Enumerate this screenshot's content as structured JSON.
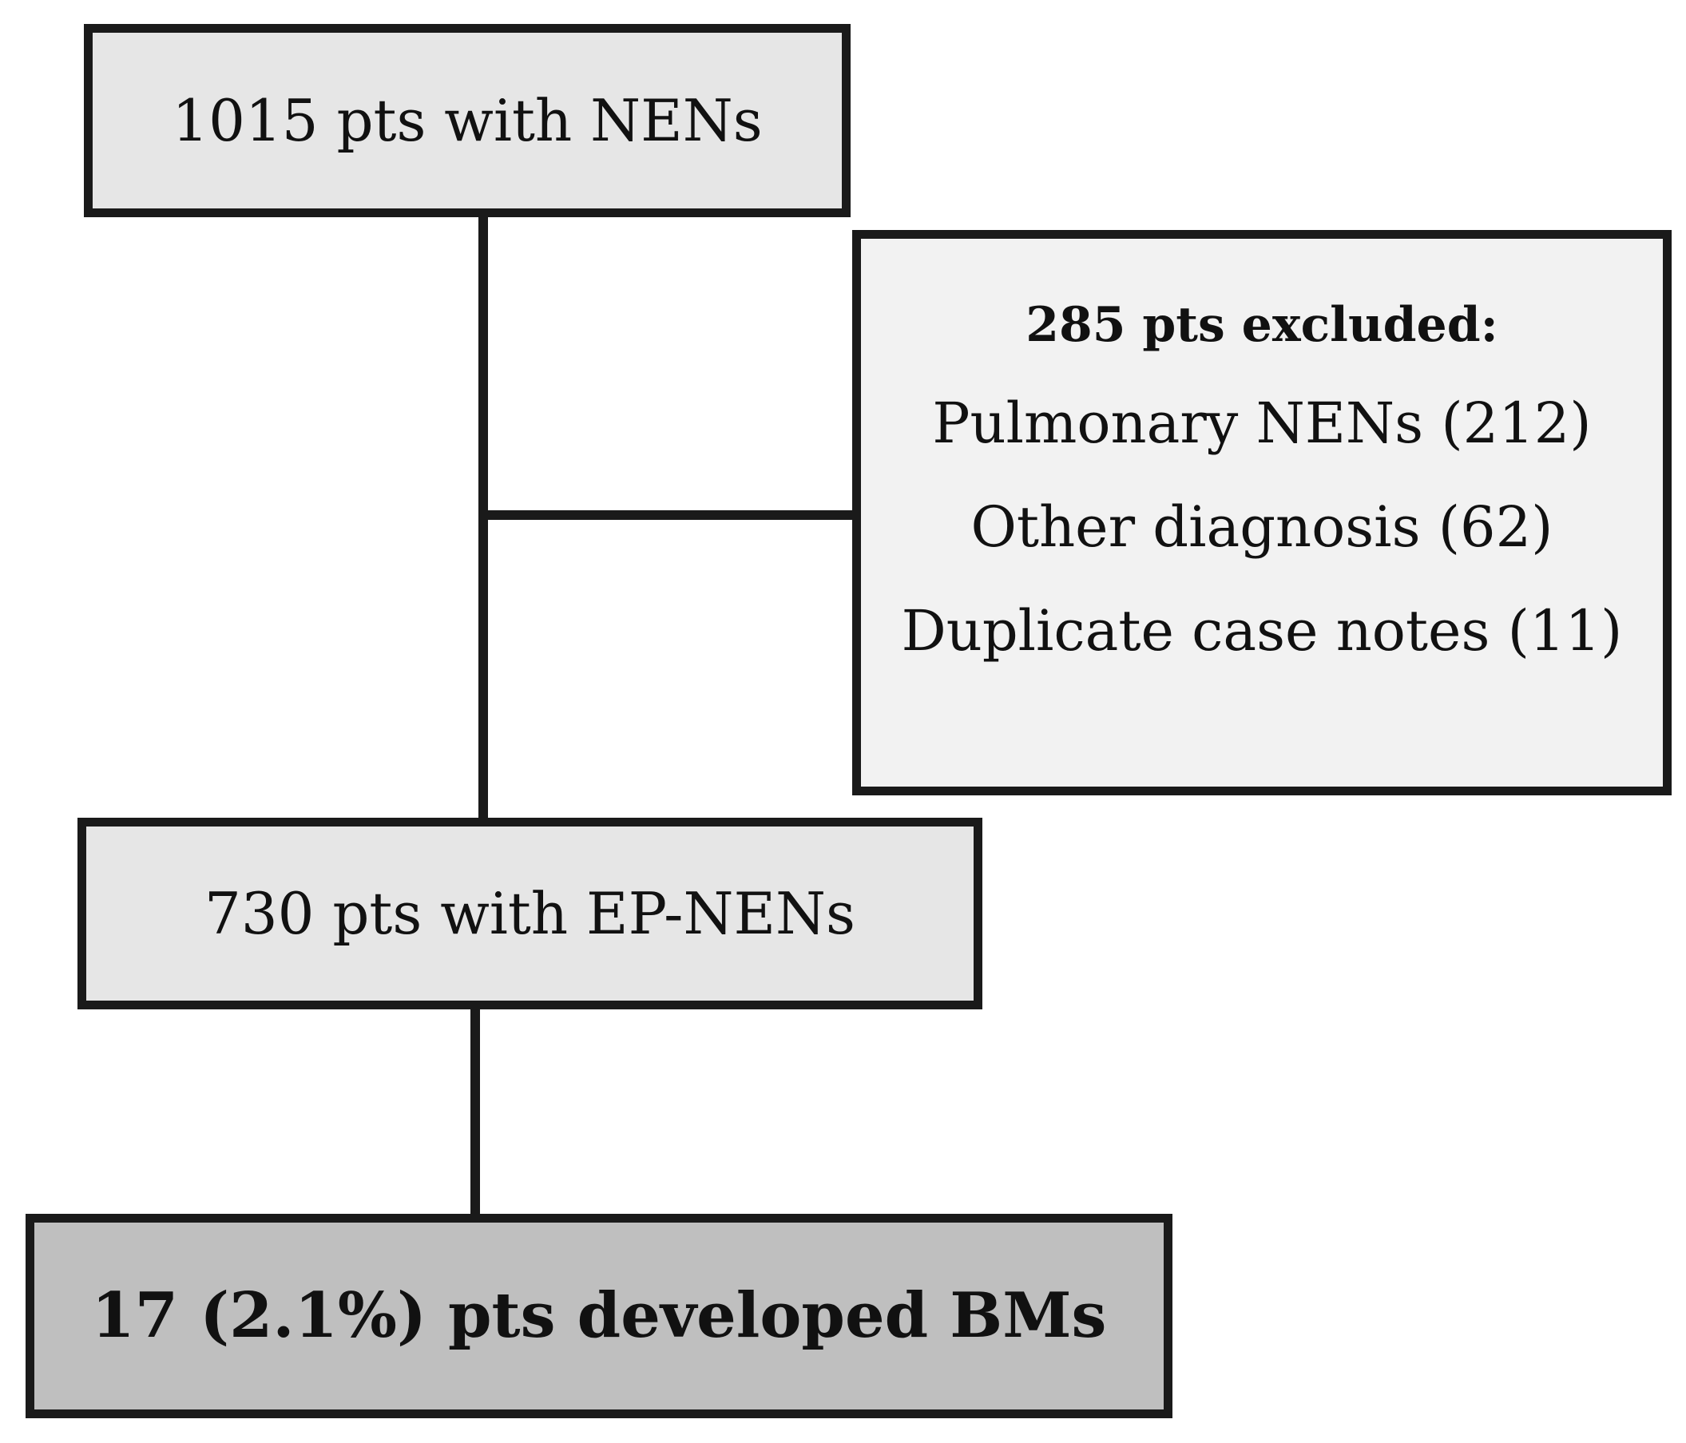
{
  "diagram": {
    "boxes": {
      "total": {
        "text": "1015 pts with NENs"
      },
      "excluded": {
        "title": "285 pts excluded:",
        "items": [
          "Pulmonary NENs (212)",
          "Other diagnosis (62)",
          "Duplicate case notes (11)"
        ]
      },
      "ep": {
        "text": "730 pts with EP-NENs"
      },
      "bm": {
        "text": "17 (2.1%) pts developed BMs"
      }
    },
    "colors": {
      "border": "#1a1a1a",
      "box_light": "#e6e6e6",
      "box_lighter": "#f2f2f2",
      "box_dark": "#bfbfbf",
      "line": "#1a1a1a"
    }
  }
}
